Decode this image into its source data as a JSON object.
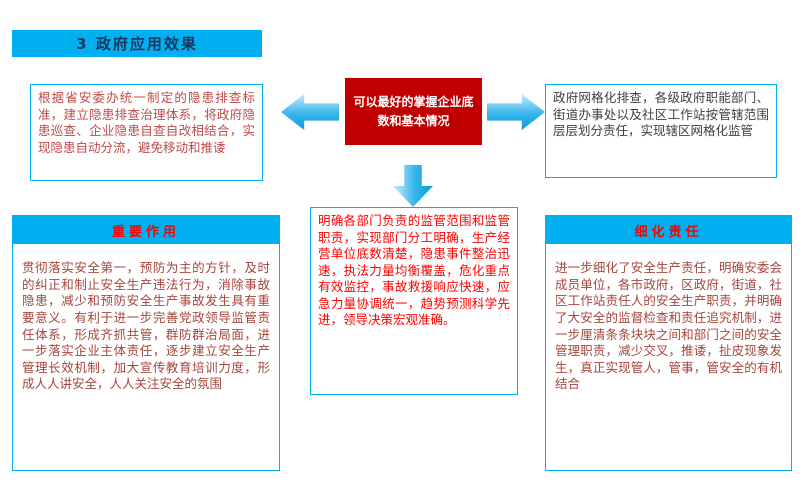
{
  "title": "3  政府应用效果",
  "center_box": {
    "text": "可以最好的掌握企业底数和基本情况",
    "background": "#C00000"
  },
  "top_left_box": {
    "text": "根据省安委办统一制定的隐患排查标准，建立隐患排查治理体系，将政府隐患巡查、企业隐患自查自改相结合，实现隐患自动分流，避免移动和推诿"
  },
  "top_right_box": {
    "text": "政府网格化排查，各级政府职能部门、街道办事处以及社区工作站按管辖范围层层划分责任，实现辖区网格化监管"
  },
  "middle_box": {
    "text": "明确各部门负责的监管范围和监管职责，实现部门分工明确，生产经营单位底数清楚，隐患事件整治迅速，执法力量均衡覆盖，危化重点有效监控，事故救援响应快速，应急力量协调统一，趋势预测科学先进，领导决策宏观准确。"
  },
  "bottom_left_box": {
    "header": "重要作用",
    "text": "贯彻落实安全第一，预防为主的方针，及时的纠正和制止安全生产违法行为，消除事故隐患，减少和预防安全生产事故发生具有重要意义。有利于进一步完善党政领导监管责任体系，形成齐抓共管，群防群治局面，进一步落实企业主体责任，逐步建立安全生产管理长效机制，加大宣传教育培训力度，形成人人讲安全，人人关注安全的氛围"
  },
  "bottom_right_box": {
    "header": "细化责任",
    "text": "进一步细化了安全生产责任，明确安委会成员单位，各市政府，区政府，街道，社区工作站责任人的安全生产职责，并明确了大安全的监督检查和责任追究机制，进一步厘清条条块块之间和部门之间的安全管理职责，减少交叉，推诿，扯皮现象发生，真正实现管人，管事，管安全的有机结合"
  },
  "colors": {
    "accent_cyan": "#00B0F0",
    "center_red": "#C00000",
    "header_text_red": "#FF0000",
    "title_text": "#17375E",
    "body_red": "#A6453C"
  }
}
